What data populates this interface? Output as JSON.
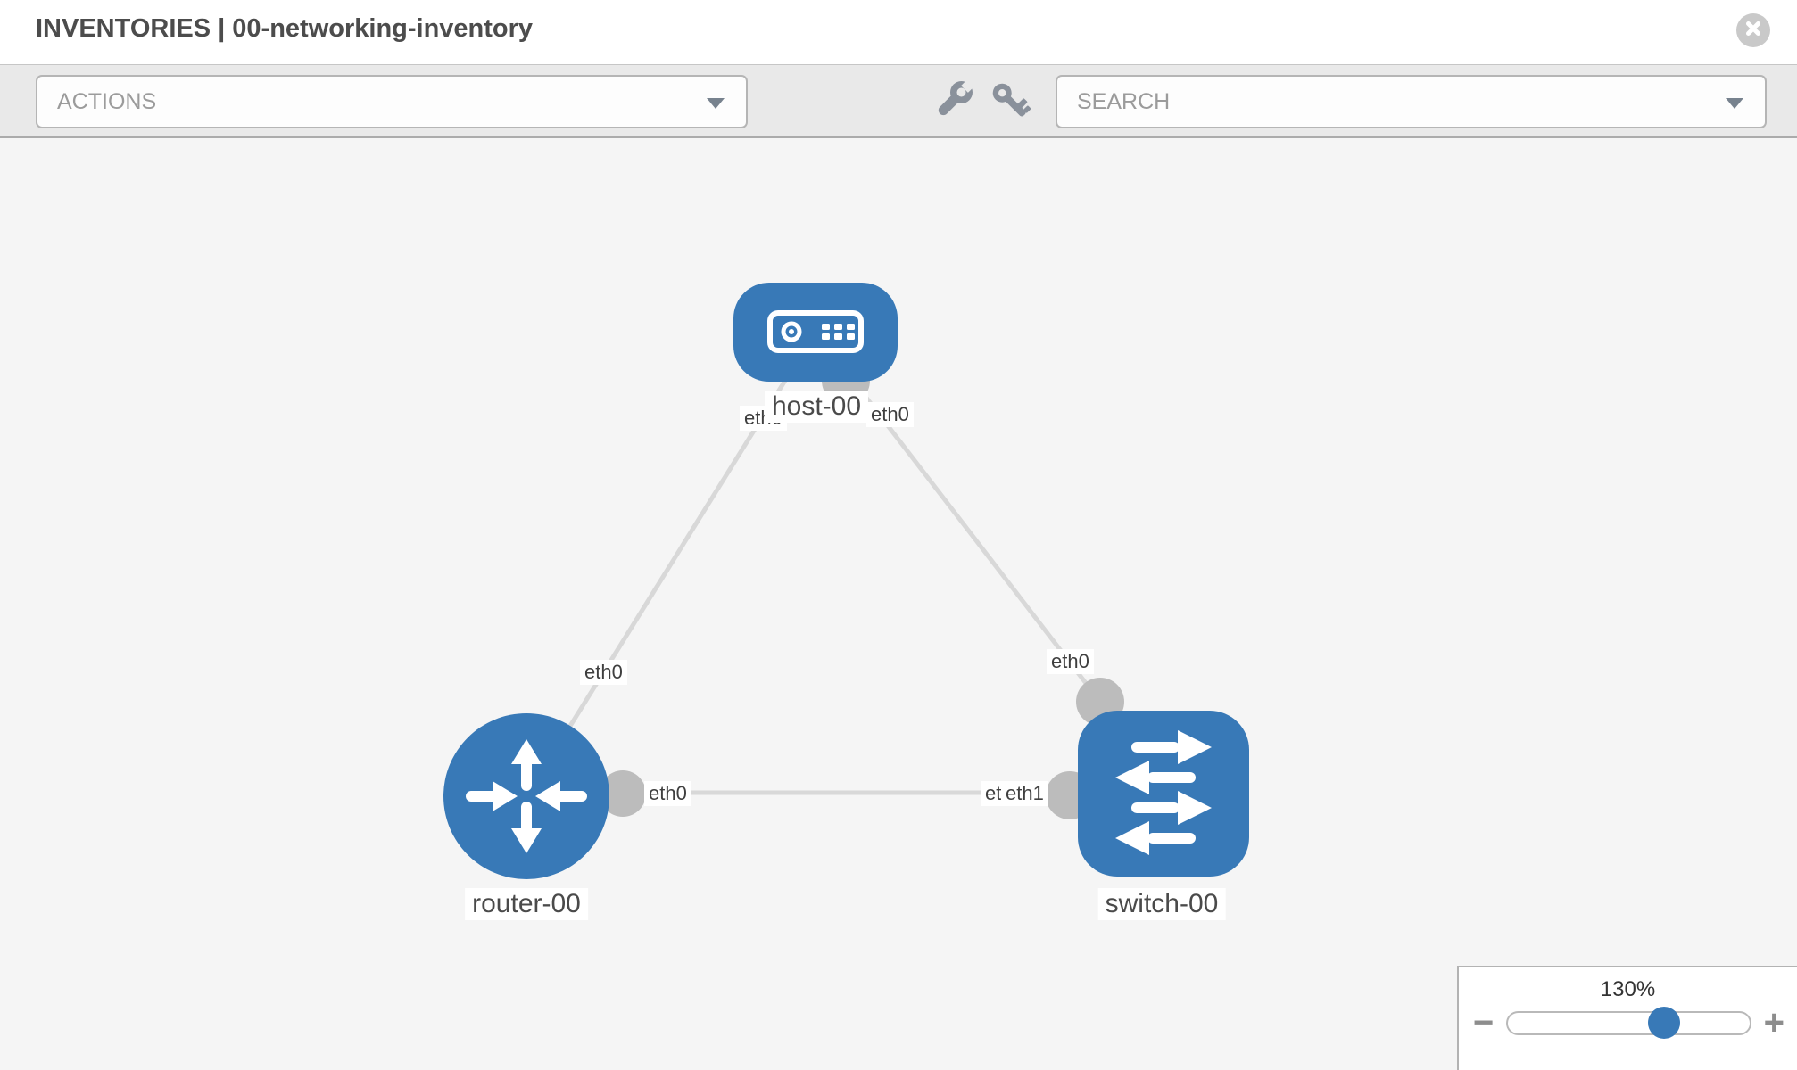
{
  "header": {
    "title": "INVENTORIES | 00-networking-inventory"
  },
  "toolbar": {
    "actions_label": "ACTIONS",
    "search_label": "SEARCH"
  },
  "icons": {
    "close": "x-circle-icon",
    "actions_caret": "chevron-down-icon",
    "tools": "wrench-icon",
    "credentials": "key-icon",
    "search_caret": "chevron-down-icon"
  },
  "topology": {
    "nodes": [
      {
        "id": "host-00",
        "type": "host",
        "label": "host-00"
      },
      {
        "id": "router-00",
        "type": "router",
        "label": "router-00"
      },
      {
        "id": "switch-00",
        "type": "switch",
        "label": "switch-00"
      }
    ],
    "links": [
      {
        "from": "host-00",
        "from_interface": "eth0",
        "to": "router-00",
        "to_interface": "eth0"
      },
      {
        "from": "host-00",
        "from_interface": "eth0",
        "to": "switch-00",
        "to_interface": "eth0"
      },
      {
        "from": "router-00",
        "from_interface": "eth0",
        "to": "switch-00",
        "to_interface": "eth1"
      }
    ],
    "labels": {
      "switch_left_under_eth": "eth0"
    }
  },
  "zoom_panel": {
    "level": "130%",
    "zoom_out": "−",
    "zoom_in": "+"
  },
  "colors": {
    "node_blue": "#3879b7",
    "link_gray": "#d8d8d8",
    "interface_gray": "#bcbcbc",
    "canvas_bg": "#f5f5f5",
    "toolbar_bg": "#e9e9e9"
  }
}
